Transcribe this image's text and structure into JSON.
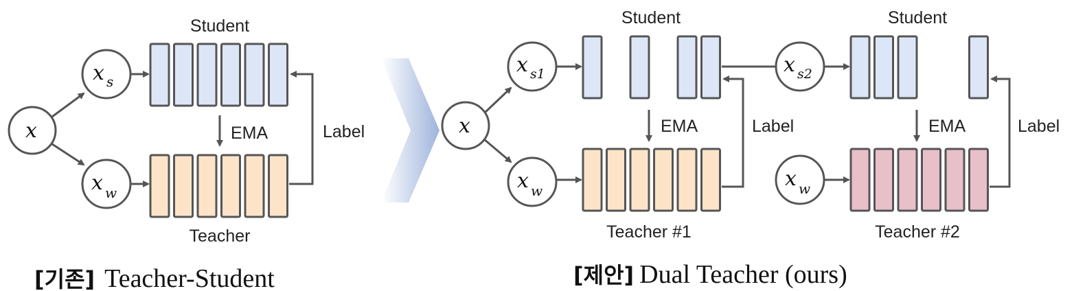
{
  "colors": {
    "student": "#dce6f7",
    "teacher1": "#fde4c8",
    "teacher2": "#e8c0c9",
    "stroke": "#555555",
    "arrow_gradient": "#9fb4dc"
  },
  "left": {
    "student_label": "Student",
    "teacher_label": "Teacher",
    "ema_label": "EMA",
    "label_label": "Label",
    "nodes": {
      "x": "x",
      "xs": "x",
      "xs_sub": "s",
      "xw": "x",
      "xw_sub": "w"
    },
    "caption_tag": "[기존]",
    "caption_text": "Teacher-Student"
  },
  "right": {
    "student1_label": "Student",
    "student2_label": "Student",
    "teacher1_label": "Teacher #1",
    "teacher2_label": "Teacher #2",
    "ema_label": "EMA",
    "label_label": "Label",
    "nodes": {
      "x": "x",
      "xs1": "x",
      "xs1_sub": "s1",
      "xw1": "x",
      "xw1_sub": "w",
      "xs2": "x",
      "xs2_sub": "s2",
      "xw2": "x",
      "xw2_sub": "w"
    },
    "caption_tag": "[제안]",
    "caption_text": "Dual Teacher (ours)"
  }
}
